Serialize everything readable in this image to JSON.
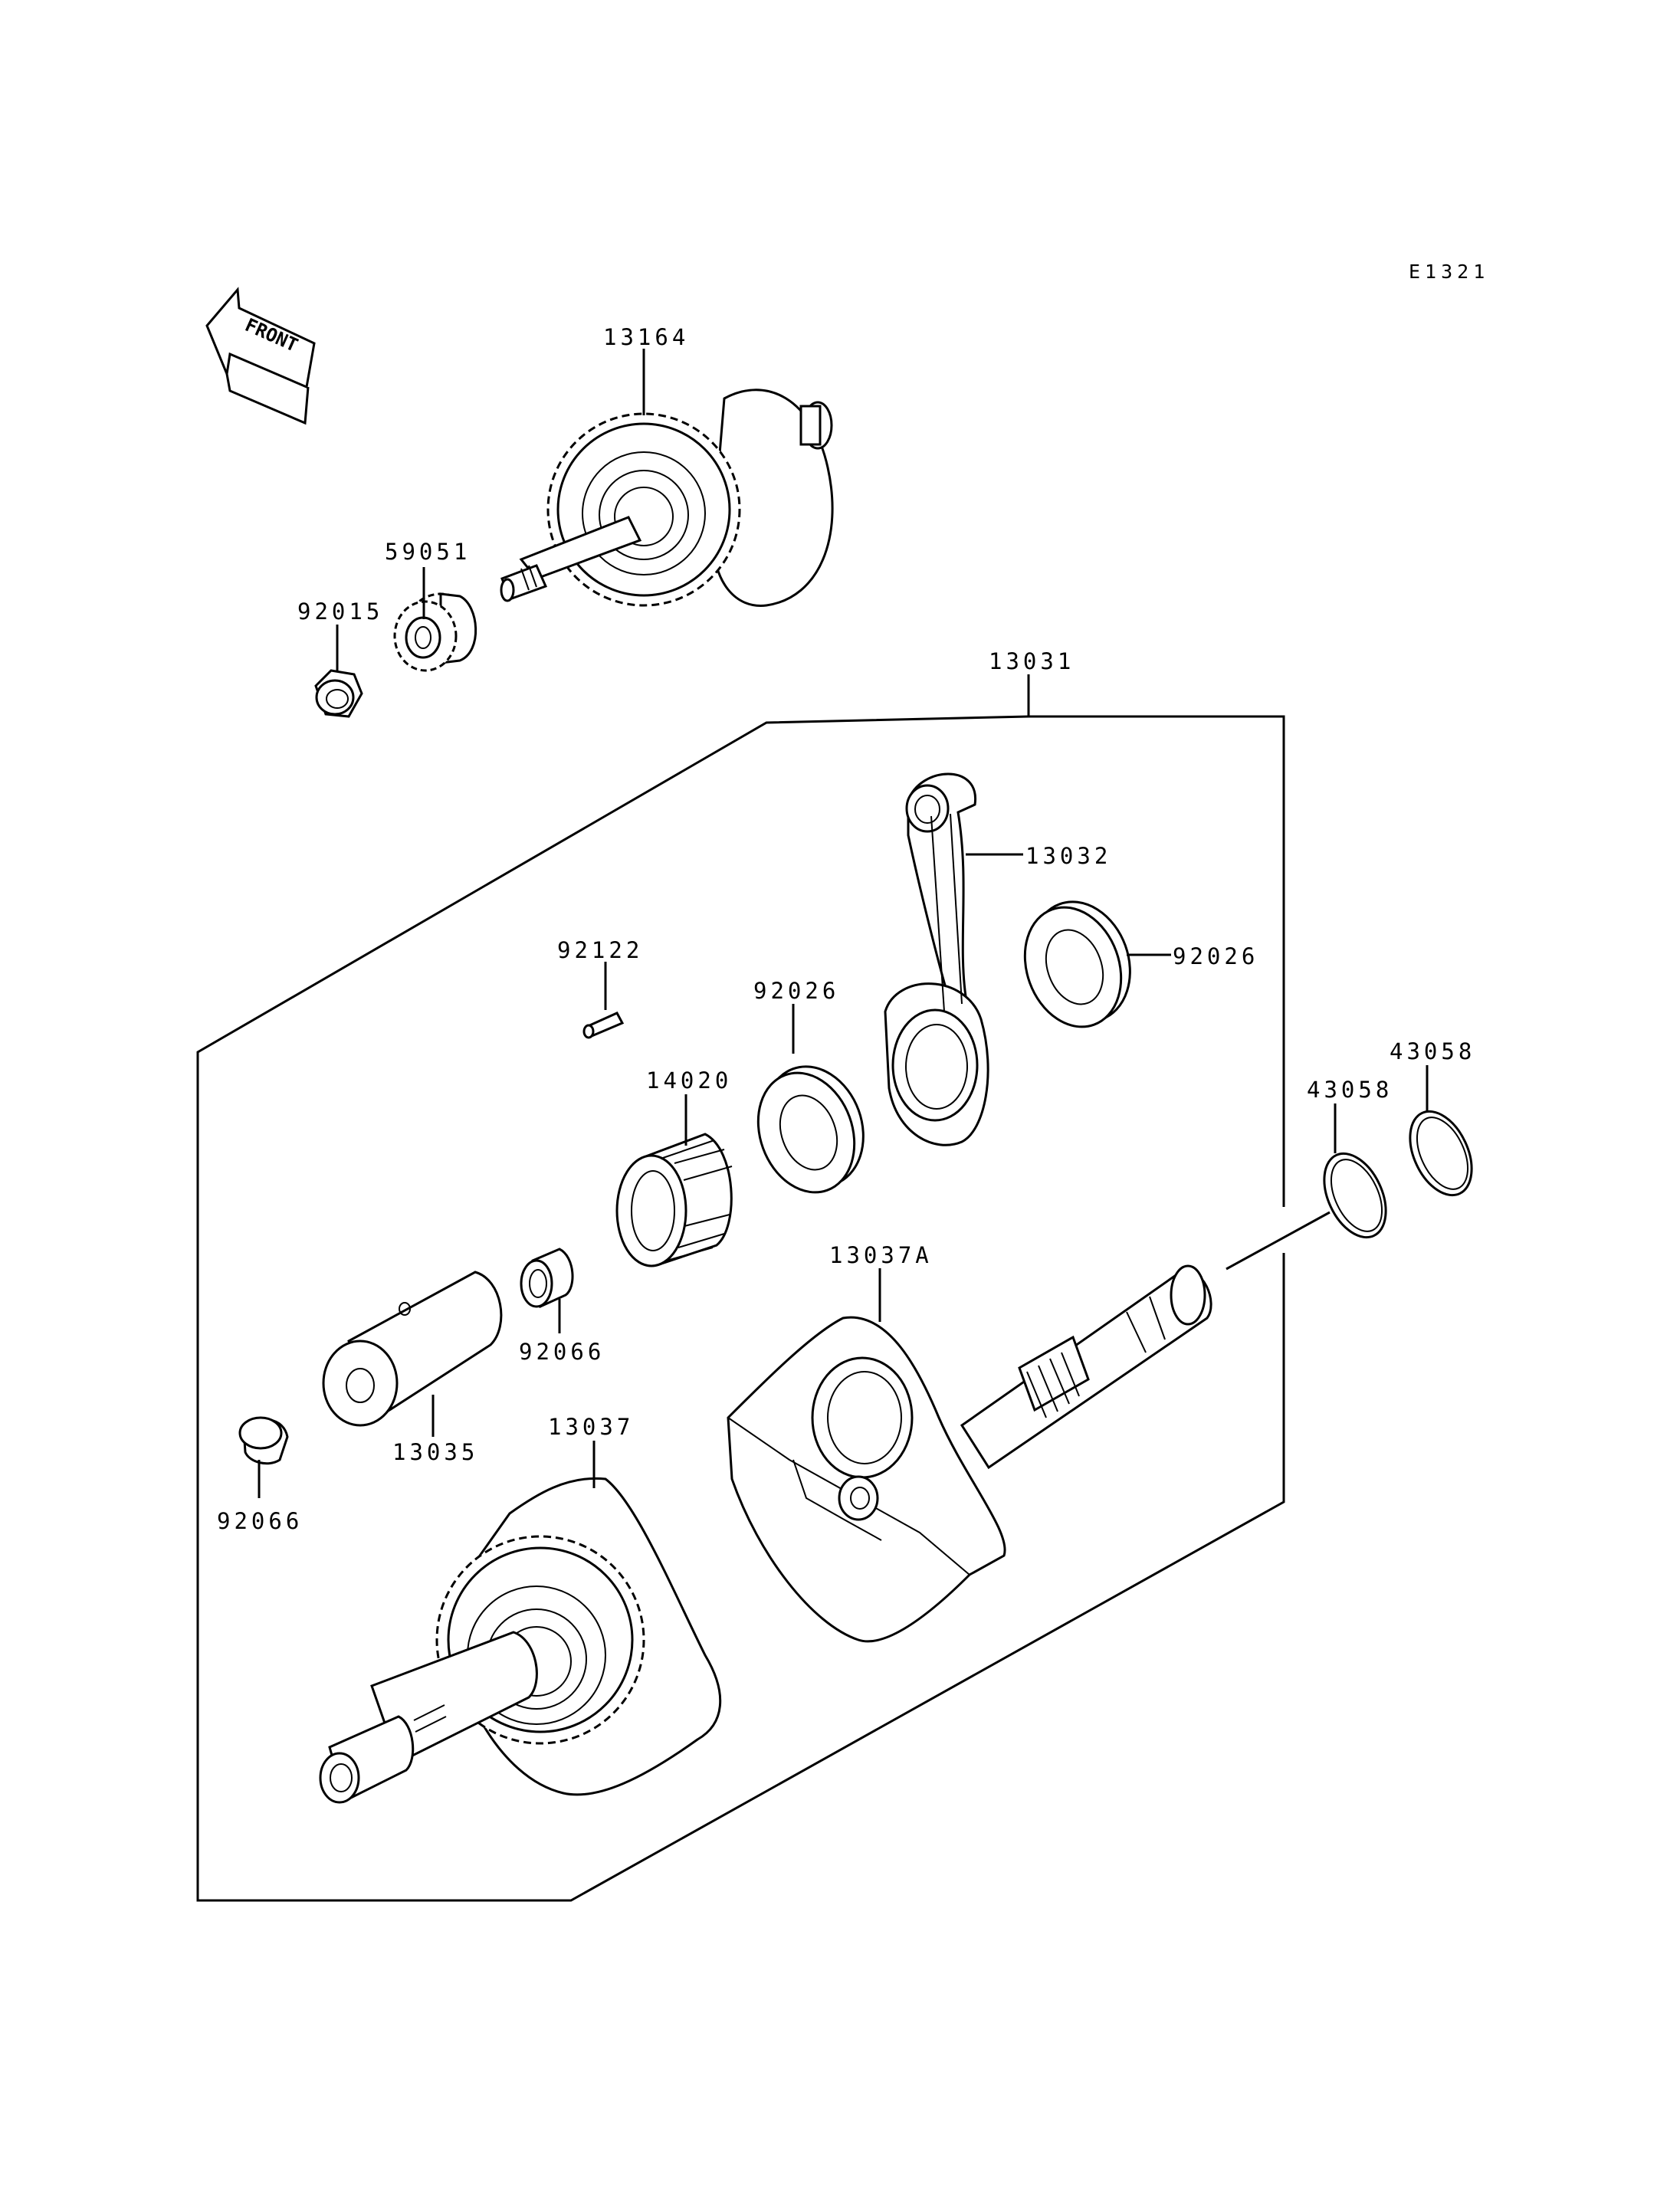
{
  "diagram_code": "E1321",
  "front_label": "FRONT",
  "parts": {
    "p13164": "13164",
    "p59051": "59051",
    "p92015": "92015",
    "p13031": "13031",
    "p13032": "13032",
    "p92026_right": "92026",
    "p92122": "92122",
    "p92026_left": "92026",
    "p14020": "14020",
    "p43058_upper": "43058",
    "p43058_lower": "43058",
    "p92066_upper": "92066",
    "p13037A": "13037A",
    "p13035": "13035",
    "p13037": "13037",
    "p92066_lower": "92066"
  }
}
